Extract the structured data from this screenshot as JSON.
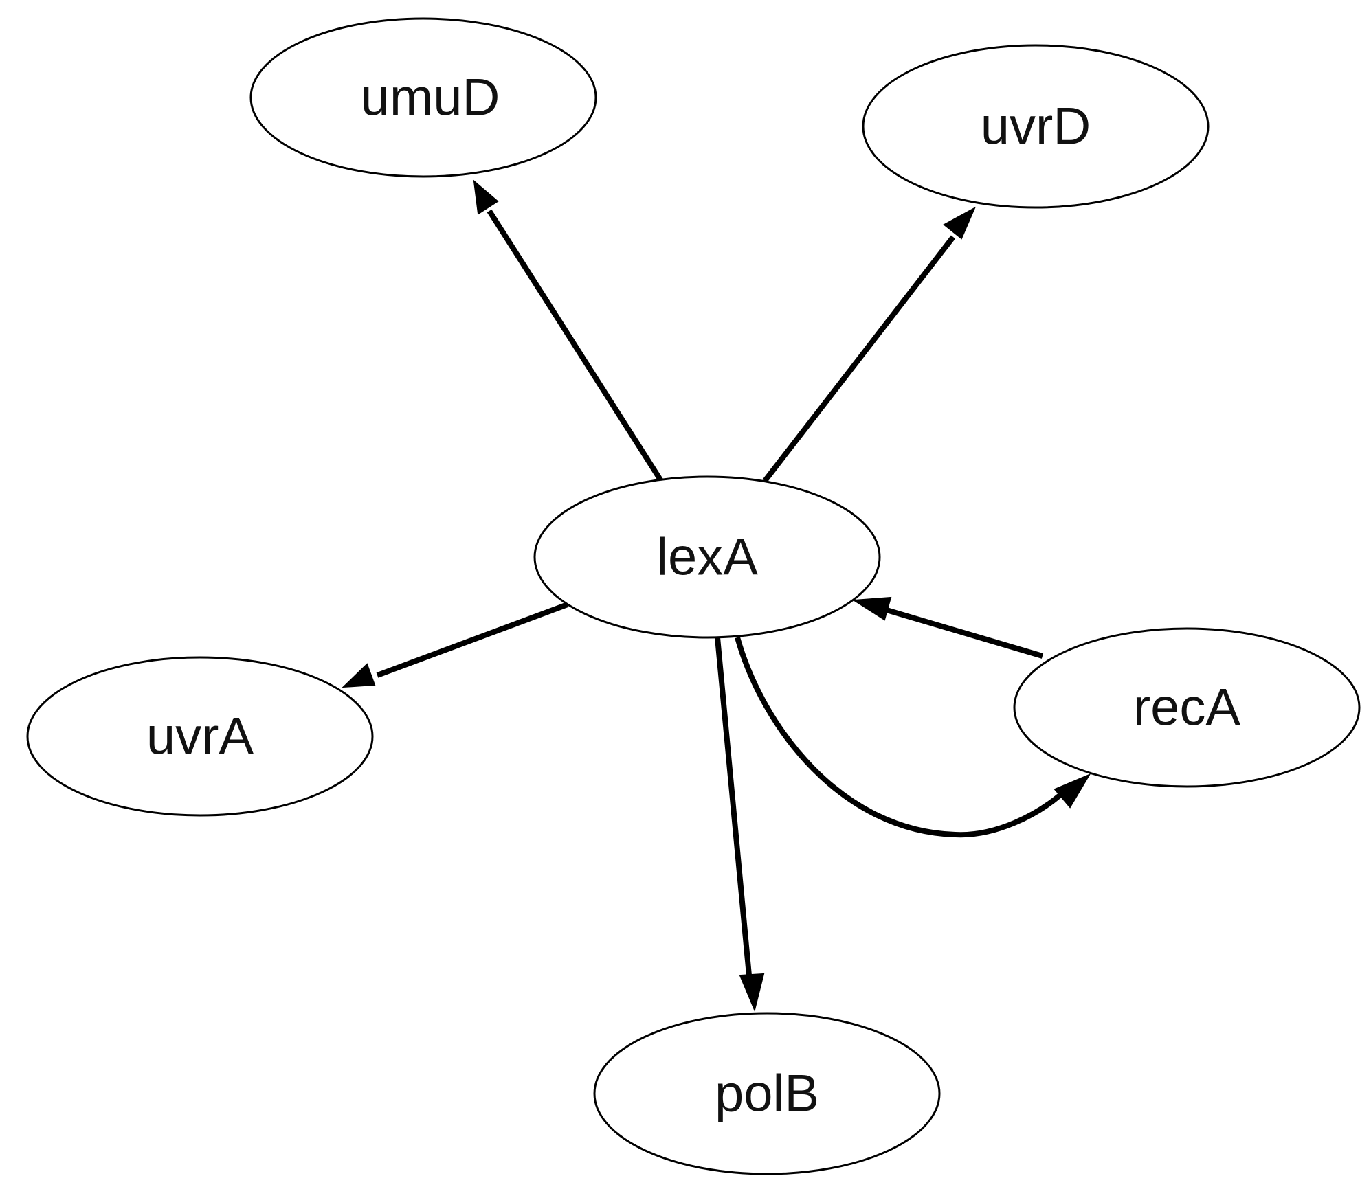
{
  "graph": {
    "nodes": [
      {
        "id": "umuD",
        "label": "umuD"
      },
      {
        "id": "uvrD",
        "label": "uvrD"
      },
      {
        "id": "lexA",
        "label": "lexA"
      },
      {
        "id": "uvrA",
        "label": "uvrA"
      },
      {
        "id": "recA",
        "label": "recA"
      },
      {
        "id": "polB",
        "label": "polB"
      }
    ],
    "edges": [
      {
        "source": "lexA",
        "target": "umuD",
        "directed": true
      },
      {
        "source": "lexA",
        "target": "uvrD",
        "directed": true
      },
      {
        "source": "lexA",
        "target": "uvrA",
        "directed": true
      },
      {
        "source": "lexA",
        "target": "polB",
        "directed": true
      },
      {
        "source": "lexA",
        "target": "recA",
        "directed": true
      },
      {
        "source": "recA",
        "target": "lexA",
        "directed": true
      }
    ]
  }
}
